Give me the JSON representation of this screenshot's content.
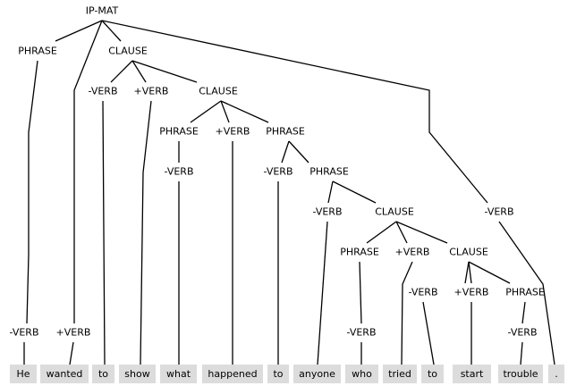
{
  "tree": {
    "nodes": [
      "IP-MAT",
      "PHRASE",
      "CLAUSE",
      "-VERB",
      "+VERB",
      "CLAUSE",
      "PHRASE",
      "+VERB",
      "PHRASE",
      "-VERB",
      "-VERB",
      "PHRASE",
      "-VERB",
      "CLAUSE",
      "-VERB",
      "PHRASE",
      "+VERB",
      "CLAUSE",
      "-VERB",
      "+VERB",
      "PHRASE",
      "-VERB",
      "+VERB",
      "-VERB",
      "-VERB"
    ],
    "words": [
      "He",
      "wanted",
      "to",
      "show",
      "what",
      "happened",
      "to",
      "anyone",
      "who",
      "tried",
      "to",
      "start",
      "trouble",
      "."
    ]
  }
}
